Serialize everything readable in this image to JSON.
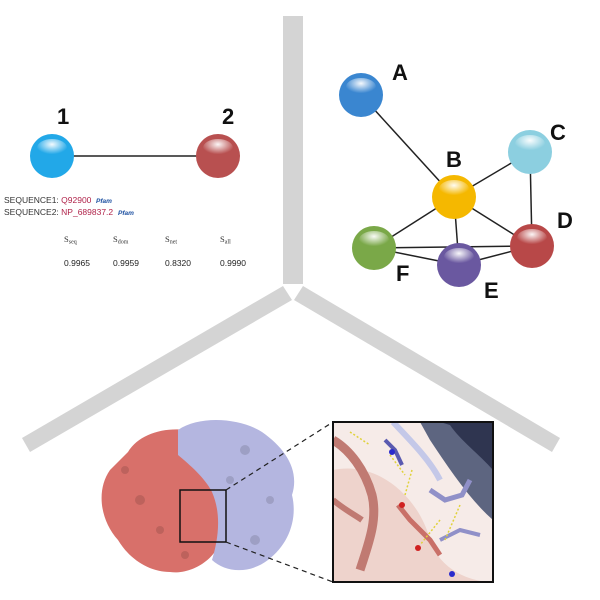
{
  "pair_panel": {
    "node1_label": "1",
    "node2_label": "2",
    "node1_color": "#22a8e8",
    "node2_color": "#b85050",
    "sequence1_label": "SEQUENCE1: ",
    "sequence1_id": "Q92900",
    "sequence2_label": "SEQUENCE2: ",
    "sequence2_id": "NP_689837.2",
    "pfam_label": "Pfam",
    "score_headers": [
      {
        "main": "S",
        "sub": "seq"
      },
      {
        "main": "S",
        "sub": "dom"
      },
      {
        "main": "S",
        "sub": "net"
      },
      {
        "main": "S",
        "sub": "all"
      }
    ],
    "score_values": [
      "0.9965",
      "0.9959",
      "0.8320",
      "0.9990"
    ],
    "highlight_color": "#e8302a"
  },
  "network_panel": {
    "nodes": [
      {
        "id": "A",
        "label": "A",
        "color": "#3a86d0"
      },
      {
        "id": "B",
        "label": "B",
        "color": "#f5b800"
      },
      {
        "id": "C",
        "label": "C",
        "color": "#8ccfe0"
      },
      {
        "id": "D",
        "label": "D",
        "color": "#b84848"
      },
      {
        "id": "E",
        "label": "E",
        "color": "#6a58a0"
      },
      {
        "id": "F",
        "label": "F",
        "color": "#7aa848"
      }
    ],
    "edges": [
      [
        "A",
        "B"
      ],
      [
        "B",
        "C"
      ],
      [
        "C",
        "D"
      ],
      [
        "B",
        "D"
      ],
      [
        "B",
        "E"
      ],
      [
        "B",
        "F"
      ],
      [
        "F",
        "E"
      ],
      [
        "E",
        "D"
      ],
      [
        "F",
        "D"
      ]
    ]
  },
  "structure_panel": {
    "protein1_color": "#d8706a",
    "protein2_color": "#b4b6e0"
  },
  "divider_color": "#d4d4d4"
}
